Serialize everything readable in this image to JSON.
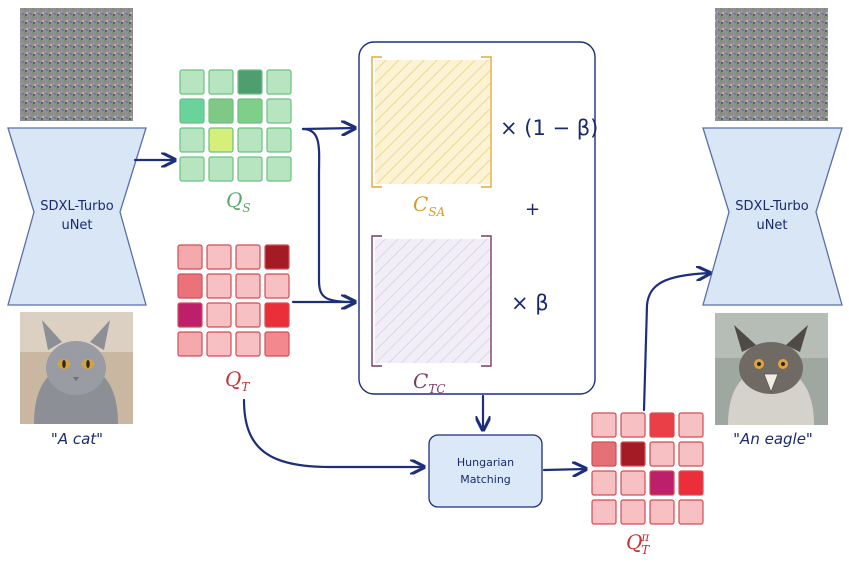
{
  "left_unet": {
    "line1": "SDXL-Turbo",
    "line2": "uNet"
  },
  "right_unet": {
    "line1": "SDXL-Turbo",
    "line2": "uNet"
  },
  "prompts": {
    "source": "\"A cat\"",
    "target": "\"An eagle\""
  },
  "labels": {
    "qs": {
      "base": "Q",
      "sub": "S"
    },
    "qt": {
      "base": "Q",
      "sub": "T"
    },
    "csa": {
      "base": "C",
      "sub": "SA"
    },
    "ctc": {
      "base": "C",
      "sub": "TC"
    },
    "qt_pi": {
      "base": "Q",
      "sub": "T",
      "sup": "π"
    }
  },
  "operators": {
    "one_minus_beta": "× (1 − β)",
    "plus": "+",
    "times_beta": "× β"
  },
  "hungarian": {
    "line1": "Hungarian",
    "line2": "Matching"
  },
  "colors": {
    "accent": "#1d2f7a",
    "unet_fill": "#d9e6f6",
    "green_text": "#5aa86a",
    "red_text": "#c73035",
    "csa_color": "#e3a93a",
    "ctc_color": "#7a3a66"
  },
  "grids": {
    "qs": [
      [
        "#b7e5bf",
        "#b7e5bf",
        "#4f9e72",
        "#b7e5bf"
      ],
      [
        "#68d39a",
        "#80c886",
        "#7fcf88",
        "#b7e5bf"
      ],
      [
        "#b7e5bf",
        "#d6ef7b",
        "#b7e5bf",
        "#b7e5bf"
      ],
      [
        "#b7e5bf",
        "#b7e5bf",
        "#b7e5bf",
        "#b7e5bf"
      ]
    ],
    "qt": [
      [
        "#f5a9ad",
        "#f7c0c3",
        "#f7c0c3",
        "#a31b25"
      ],
      [
        "#e97378",
        "#f7c0c3",
        "#f7c0c3",
        "#f7c0c3"
      ],
      [
        "#be1f6a",
        "#f7c0c3",
        "#f7c0c3",
        "#ea2f3b"
      ],
      [
        "#f5a9ad",
        "#f7c0c3",
        "#f7c0c3",
        "#f3888e"
      ]
    ],
    "qt_pi": [
      [
        "#f7c0c3",
        "#f7c0c3",
        "#ea3f47",
        "#f7c0c3"
      ],
      [
        "#e57075",
        "#a31b25",
        "#f7c0c3",
        "#f7c0c3"
      ],
      [
        "#f7c0c3",
        "#f7c0c3",
        "#be1f6a",
        "#ea2f3b"
      ],
      [
        "#f7c0c3",
        "#f7c0c3",
        "#f7c0c3",
        "#f7c0c3"
      ]
    ]
  }
}
